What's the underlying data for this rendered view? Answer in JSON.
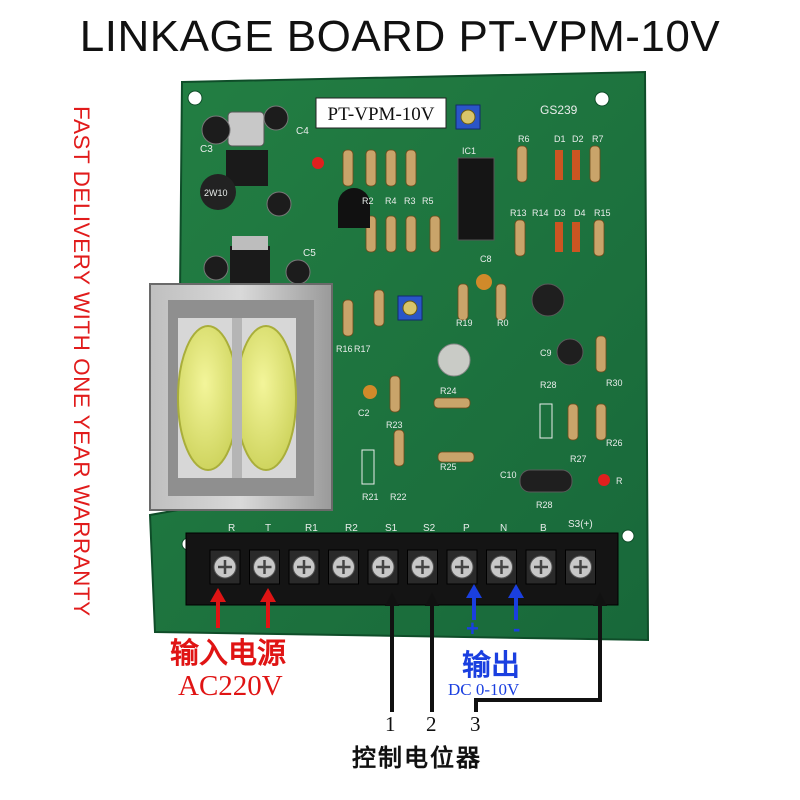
{
  "title": "LINKAGE BOARD PT-VPM-10V",
  "side_text": "FAST DELIVERY WITH ONE YEAR WARRANTY",
  "board": {
    "model_label": "PT-VPM-10V",
    "code": "GS239",
    "terminals": [
      "R",
      "T",
      "R1",
      "R2",
      "S1",
      "S2",
      "P",
      "N",
      "B",
      "S3(+)"
    ],
    "components": {
      "c3": "C3",
      "c4": "C4",
      "c5": "C5",
      "c2": "C2",
      "c8": "C8",
      "c9": "C9",
      "c10": "C10",
      "r6": "R6",
      "r7": "R7",
      "r2": "R2",
      "r4": "R4",
      "r3": "R3",
      "r5": "R5",
      "r13": "R13",
      "r14": "R14",
      "r15": "R15",
      "r16": "R16",
      "r17": "R17",
      "r19": "R19",
      "r0": "R0",
      "r21": "R21",
      "r22": "R22",
      "r23": "R23",
      "r24": "R24",
      "r25": "R25",
      "r26": "R26",
      "r27": "R27",
      "r28": "R28",
      "r28b": "R28",
      "r30": "R30",
      "d1": "D1",
      "d2": "D2",
      "d3": "D3",
      "d4": "D4",
      "ic1": "IC1",
      "led_r": "R",
      "bridge": "2W10"
    }
  },
  "annotations": {
    "input_power": "输入电源",
    "ac_voltage": "AC220V",
    "plus": "+",
    "minus": "-",
    "output": "输出",
    "dc_range": "DC  0-10V",
    "wire_numbers": [
      "1",
      "2",
      "3"
    ],
    "potentiometer": "控制电位器"
  },
  "colors": {
    "pcb": "#1f7a3e",
    "silkscreen": "#e8ecea",
    "terminal_block": "#141414",
    "arrow_red": "#e01414",
    "arrow_blue": "#1a3fe0",
    "wire": "#111111",
    "transformer_coil": "#e6ea7a",
    "trimmer": "#2a55c8"
  },
  "icons": [
    "transformer-icon",
    "terminal-block-icon",
    "trimmer-potentiometer-icon",
    "arrow-up-icon"
  ]
}
